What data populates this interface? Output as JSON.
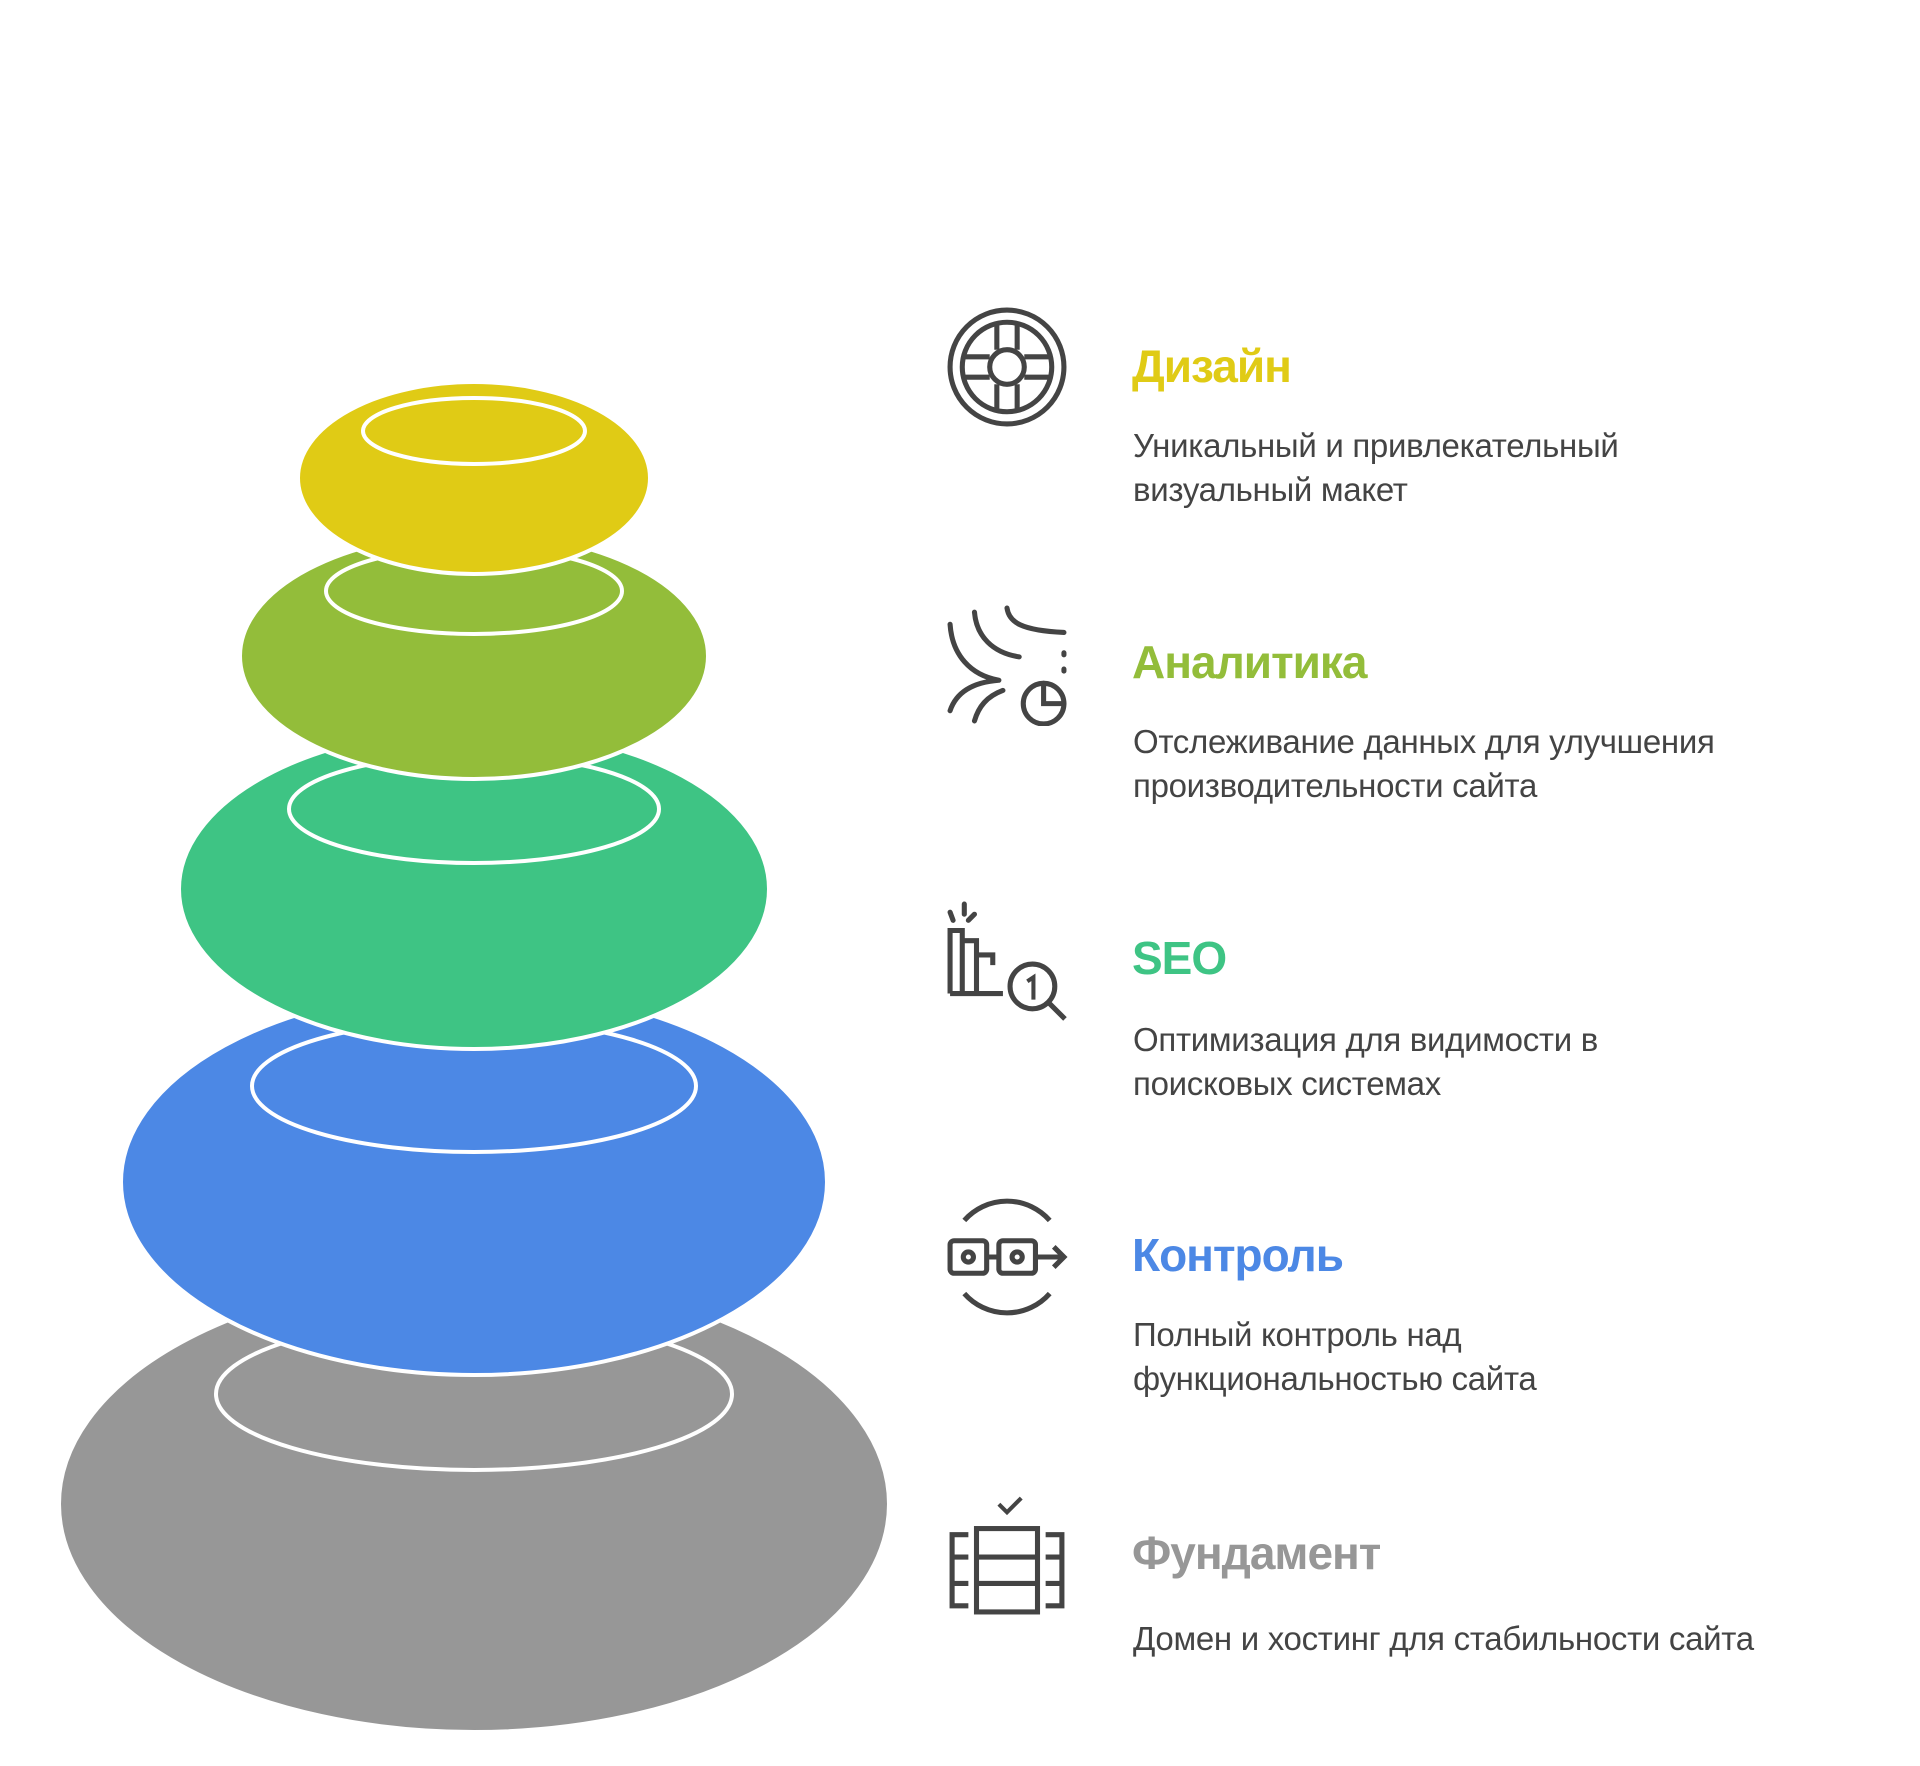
{
  "layers": [
    {
      "title": "Дизайн",
      "lines": [
        "Уникальный и привлекательный",
        "визуальный макет"
      ],
      "color": "#E0CB15",
      "icon": "design-target-icon"
    },
    {
      "title": "Аналитика",
      "lines": [
        "Отслеживание данных для улучшения",
        "производительности сайта"
      ],
      "color": "#93BD3A",
      "icon": "analytics-chart-icon"
    },
    {
      "title": "SEO",
      "lines": [
        "Оптимизация для видимости в",
        "поисковых системах"
      ],
      "color": "#3EC484",
      "icon": "seo-ranking-icon"
    },
    {
      "title": "Контроль",
      "lines": [
        "Полный контроль над",
        "функциональностью сайта"
      ],
      "color": "#4C88E5",
      "icon": "control-flow-icon"
    },
    {
      "title": "Фундамент",
      "lines": [
        "Домен и хостинг для стабильности сайта"
      ],
      "color": "#979797",
      "icon": "server-foundation-icon"
    }
  ]
}
